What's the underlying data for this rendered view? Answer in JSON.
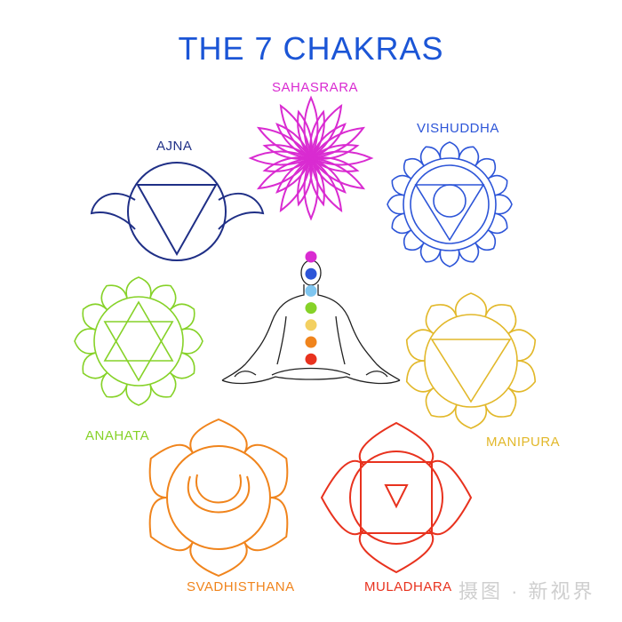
{
  "title": "THE 7 CHAKRAS",
  "chakras": {
    "sahasrara": {
      "label": "SAHASRARA",
      "color": "#d92bd1"
    },
    "ajna": {
      "label": "AJNA",
      "color": "#1f2f86"
    },
    "vishuddha": {
      "label": "VISHUDDHA",
      "color": "#2d55d8"
    },
    "anahata": {
      "label": "ANAHATA",
      "color": "#86d228"
    },
    "manipura": {
      "label": "MANIPURA",
      "color": "#e2b82a"
    },
    "svadhisthana": {
      "label": "SVADHISTHANA",
      "color": "#f0841c"
    },
    "muladhara": {
      "label": "MULADHARA",
      "color": "#e8321e"
    }
  },
  "colors": {
    "title": "#1b55d6",
    "figure_outline": "#222222"
  },
  "watermark": "摄图 · 新视界"
}
